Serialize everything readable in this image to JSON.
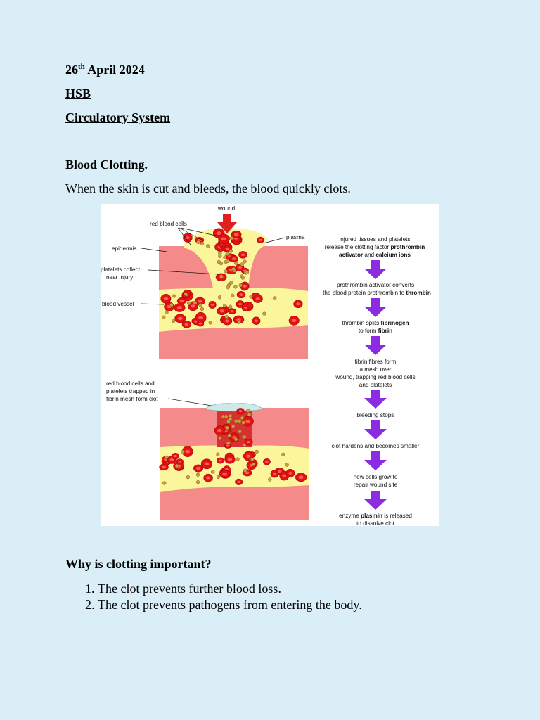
{
  "date": {
    "day": "26",
    "suffix": "th",
    "rest": "April 2024"
  },
  "subject": "HSB",
  "topic": "Circulatory System",
  "section_title": "Blood Clotting.",
  "intro": "When the skin is cut and bleeds, the blood quickly clots.",
  "figure": {
    "labels": {
      "wound": "wound",
      "red_blood_cells": "red blood cells",
      "plasma": "plasma",
      "epidermis": "epidermis",
      "platelets_collect_1": "platelets collect",
      "platelets_collect_2": "near injury",
      "blood_vessel": "blood vessel",
      "trapped_1": "red blood cells and",
      "trapped_2": "platelets trapped in",
      "trapped_3": "fibrin mesh form clot"
    },
    "steps": {
      "s1_l1": "injured tissues and platelets",
      "s1_l2a": "release the clotting factor ",
      "s1_l2b": "prothrombin",
      "s1_l3a": "activator",
      "s1_l3b": " and ",
      "s1_l3c": "calcium ions",
      "s2_l1": "prothrombin activator converts",
      "s2_l2a": "the blood protein prothrombin to ",
      "s2_l2b": "thrombin",
      "s3_l1a": "thrombin splits ",
      "s3_l1b": "fibrinogen",
      "s3_l2a": "to form ",
      "s3_l2b": "fibrin",
      "s4_l1": "fibrin fibres form",
      "s4_l2": "a mesh over",
      "s4_l3": "wound, trapping red blood cells",
      "s4_l4": "and platelets",
      "s5_l1": "bleeding stops",
      "s6_l1": "clot hardens and becomes smaller",
      "s7_l1": "new cells grow to",
      "s7_l2": "repair wound site",
      "s8_l1a": "enzyme ",
      "s8_l1b": "plasmin",
      "s8_l1c": " is released",
      "s8_l2": "to dissolve clot"
    },
    "colors": {
      "tissue": "#f58a8a",
      "plasma": "#fbf59c",
      "rbc": "#e01212",
      "rbc_dark": "#a80000",
      "platelet": "#c8a040",
      "arrow_wound": "#e02020",
      "arrow_step": "#8b2be2"
    }
  },
  "question": "Why is clotting important?",
  "reasons": [
    "The clot prevents further blood loss.",
    "The clot prevents pathogens from entering the body."
  ]
}
